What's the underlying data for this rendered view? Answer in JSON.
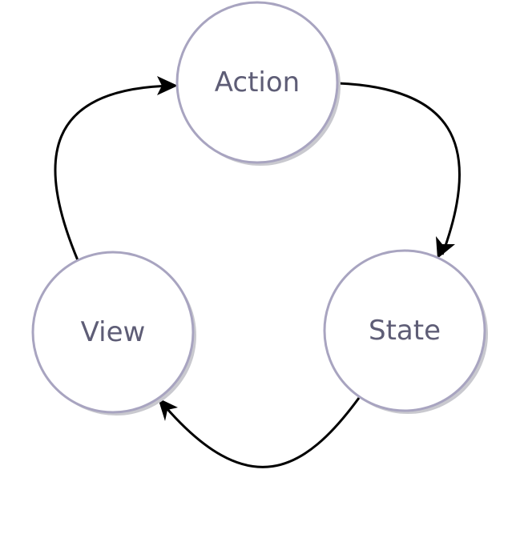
{
  "diagram": {
    "nodes": {
      "action": {
        "label": "Action"
      },
      "state": {
        "label": "State"
      },
      "view": {
        "label": "View"
      }
    },
    "edges": [
      {
        "from": "Action",
        "to": "State"
      },
      {
        "from": "State",
        "to": "View"
      },
      {
        "from": "View",
        "to": "Action"
      }
    ],
    "colors": {
      "node_stroke": "#a8a4c0",
      "node_label": "#5e5d76",
      "node_shadow": "#c9c9cf",
      "edge": "#000000"
    }
  }
}
